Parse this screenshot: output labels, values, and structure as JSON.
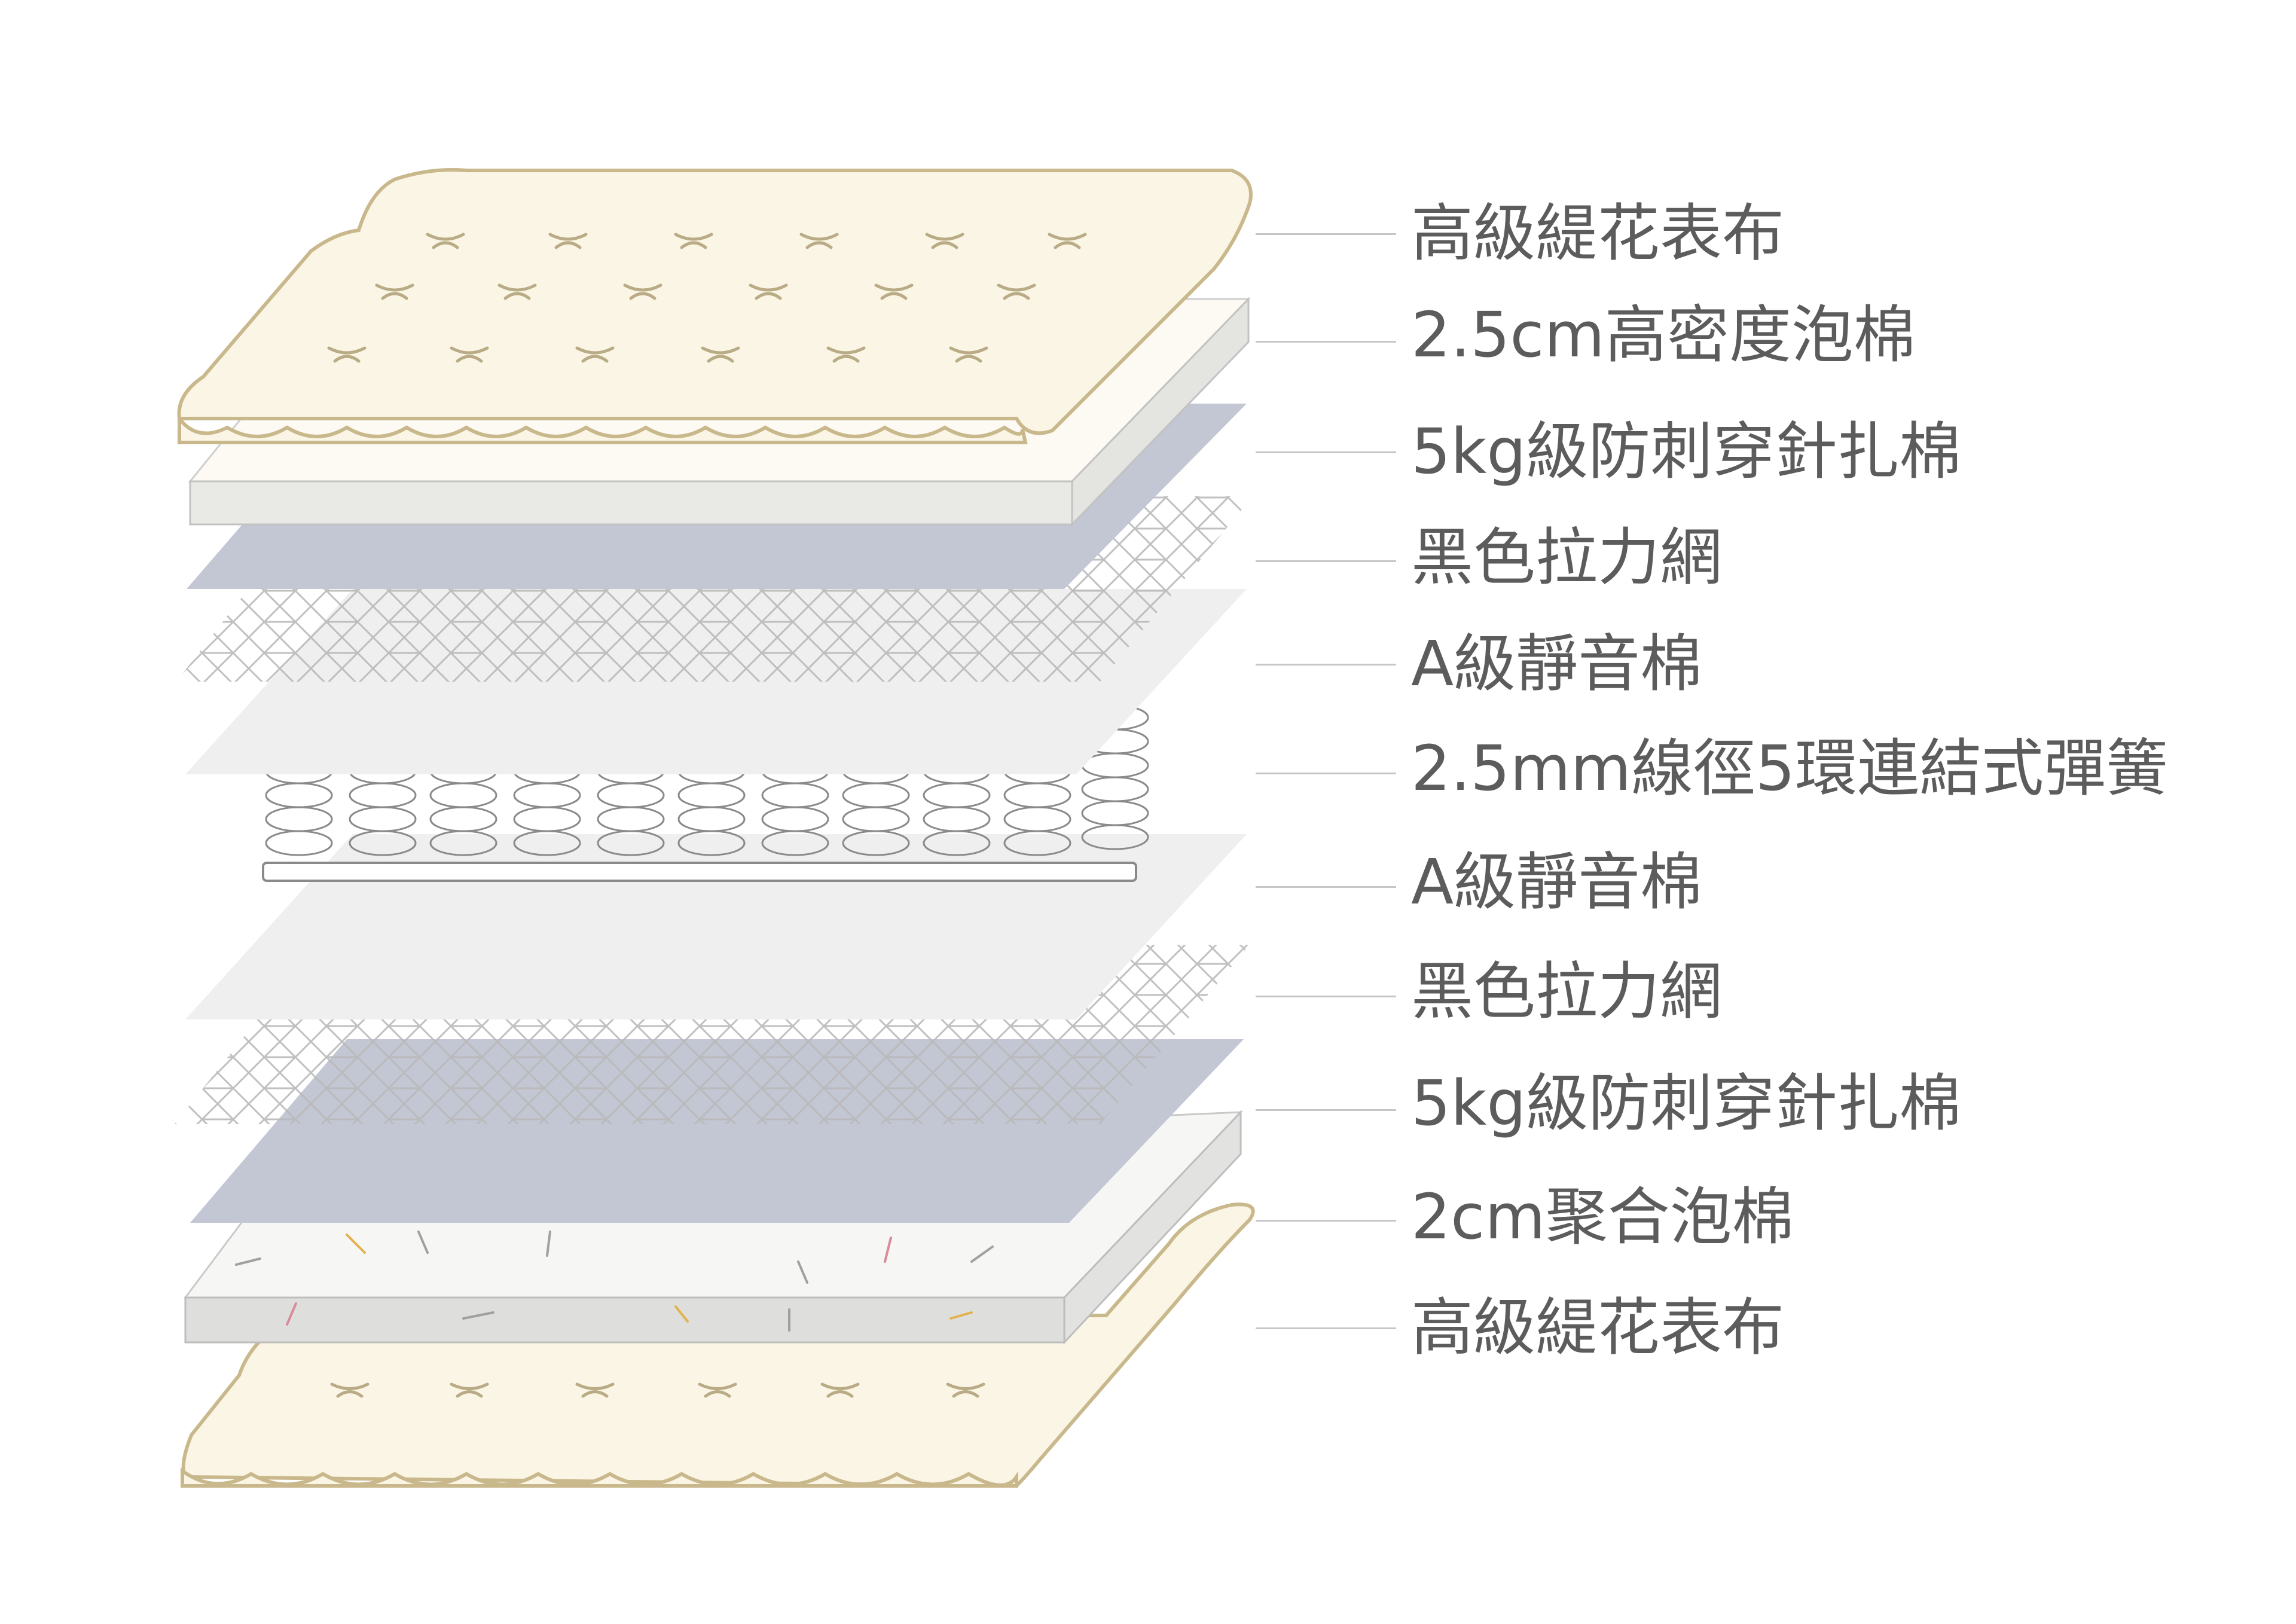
{
  "layers": [
    {
      "label": "高級緹花表布"
    },
    {
      "label": "2.5cm高密度泡棉"
    },
    {
      "label": "5kg級防刺穿針扎棉"
    },
    {
      "label": "黑色拉力網"
    },
    {
      "label": "A級靜音棉"
    },
    {
      "label": "2.5mm線徑5環連結式彈簧"
    },
    {
      "label": "A級靜音棉"
    },
    {
      "label": "黑色拉力網"
    },
    {
      "label": "5kg級防刺穿針扎棉"
    },
    {
      "label": "2cm聚合泡棉"
    },
    {
      "label": "高級緹花表布"
    }
  ],
  "colors": {
    "fabric_fill": "#faf5e4",
    "fabric_stroke": "#c9b88c",
    "foam_top": "#fdf9f3",
    "foam_side": "#e9e9e6",
    "felt": "#c3c6d3",
    "net_stroke": "#bfbfbf",
    "silent_cotton": "#efefef",
    "spring_stroke": "#8a8a8a",
    "label_text": "#5c5c5c",
    "leader_line": "#c6c6c6"
  }
}
